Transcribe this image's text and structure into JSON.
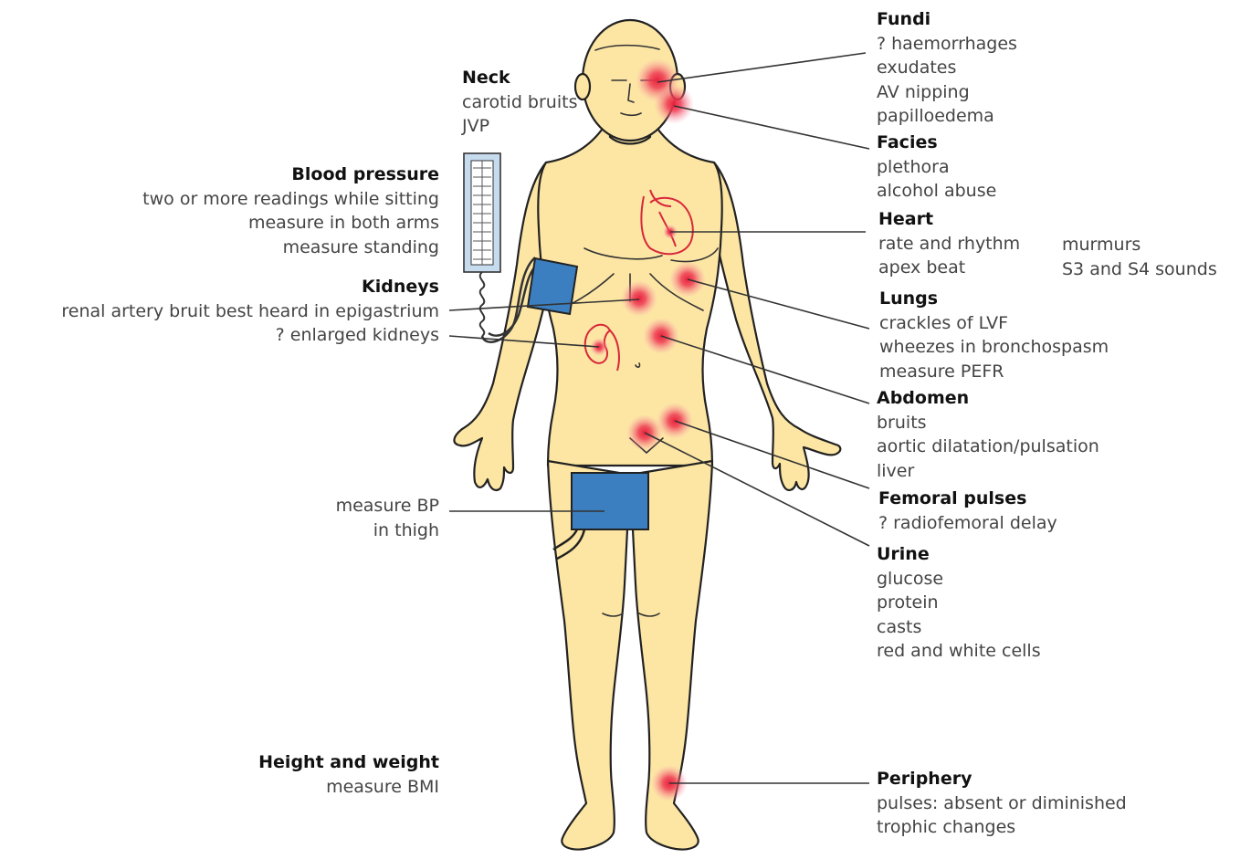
{
  "labels": {
    "neck": {
      "heading": "Neck",
      "lines": [
        "carotid bruits",
        "JVP"
      ]
    },
    "blood_pressure": {
      "heading": "Blood pressure",
      "lines": [
        "two or more readings while sitting",
        "measure in both arms",
        "measure standing"
      ]
    },
    "kidneys": {
      "heading": "Kidneys",
      "lines": [
        "renal artery bruit best heard in epigastrium",
        "? enlarged kidneys"
      ]
    },
    "thigh": {
      "lines": [
        "measure BP",
        "in thigh"
      ]
    },
    "height_weight": {
      "heading": "Height and weight",
      "lines": [
        "measure BMI"
      ]
    },
    "fundi": {
      "heading": "Fundi",
      "lines": [
        "? haemorrhages",
        "exudates",
        "AV nipping",
        "papilloedema"
      ]
    },
    "facies": {
      "heading": "Facies",
      "lines": [
        "plethora",
        "alcohol abuse"
      ]
    },
    "heart": {
      "heading": "Heart",
      "lines": [
        "rate and rhythm",
        "apex beat"
      ],
      "lines_col2": [
        "murmurs",
        "S3 and S4 sounds"
      ]
    },
    "lungs": {
      "heading": "Lungs",
      "lines": [
        "crackles of LVF",
        "wheezes in bronchospasm",
        "measure PEFR"
      ]
    },
    "abdomen": {
      "heading": "Abdomen",
      "lines": [
        "bruits",
        "aortic dilatation/pulsation",
        "liver"
      ]
    },
    "femoral": {
      "heading": "Femoral pulses",
      "lines": [
        "? radiofemoral delay"
      ]
    },
    "urine": {
      "heading": "Urine",
      "lines": [
        "glucose",
        "protein",
        "casts",
        "red and white cells"
      ]
    },
    "periphery": {
      "heading": "Periphery",
      "lines": [
        "pulses: absent or diminished",
        "trophic changes"
      ]
    }
  },
  "colors": {
    "skin": "#fde6a4",
    "outline": "#222222",
    "hotspot": "#e8213c",
    "cuff": "#3c7fc0",
    "organ_outline": "#d8283a",
    "leader_line": "#333333"
  }
}
